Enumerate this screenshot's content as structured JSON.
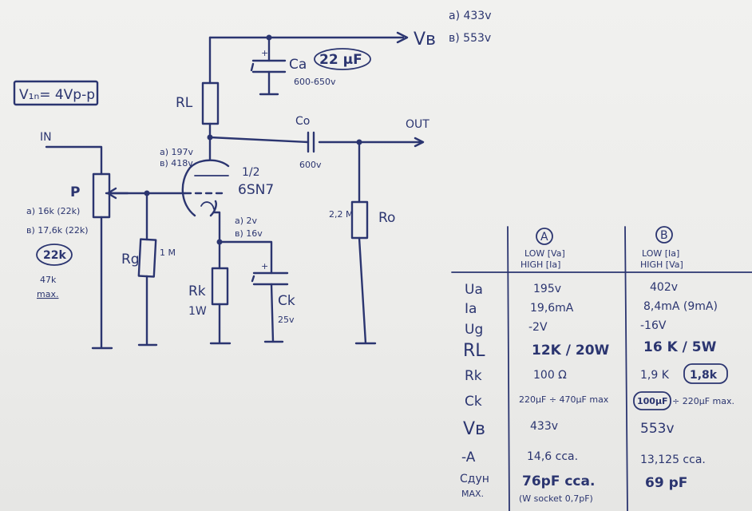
{
  "circuit": {
    "vin_box": "V₁ₙ= 4Vp-p",
    "input_label": "IN",
    "output_label": "OUT",
    "supply_label": "Vв",
    "supply_a": "a) 433v",
    "supply_b": "в) 553v",
    "ca_label": "Ca",
    "ca_value": "22 μF",
    "ca_voltage": "600-650v",
    "rl_label": "RL",
    "co_label": "Co",
    "co_voltage": "600v",
    "anode_a": "a) 197v",
    "anode_b": "в) 418v",
    "tube_half": "1/2",
    "tube_name": "6SN7",
    "p_label": "P",
    "p_a": "a) 16k (22k)",
    "p_b": "в) 17,6k (22k)",
    "p_value": "22k",
    "p_max": "47k",
    "p_max_note": "max.",
    "rg_label": "Rg",
    "rg_value": "1 M",
    "cathode_a": "a) 2v",
    "cathode_b": "в) 16v",
    "rk_label": "Rk",
    "rk_power": "1W",
    "ck_label": "Ck",
    "ck_voltage": "25v",
    "ro_label": "Ro",
    "ro_value": "2,2 M"
  },
  "table": {
    "col_a": {
      "badge": "A",
      "line1": "LOW [Va]",
      "line2": "HIGH [Ia]"
    },
    "col_b": {
      "badge": "B",
      "line1": "LOW [Ia]",
      "line2": "HIGH [Va]"
    },
    "rows": [
      {
        "label": "Ua",
        "a": "195v",
        "b": "402v"
      },
      {
        "label": "Ia",
        "a": "19,6mA",
        "b": "8,4mA (9mA)"
      },
      {
        "label": "Ug",
        "a": "-2V",
        "b": "-16V"
      },
      {
        "label": "RL",
        "a": "12K / 20W",
        "b": "16 K / 5W"
      },
      {
        "label": "Rk",
        "a": "100 Ω",
        "b": "1,9 K",
        "b_circled": "1,8k"
      },
      {
        "label": "Ck",
        "a": "220μF ÷ 470μF max",
        "b": "÷ 220μF max.",
        "b_circled": "100μF"
      },
      {
        "label": "Vв",
        "a": "433v",
        "b": "553v"
      },
      {
        "label": "-A",
        "a": "14,6 cca.",
        "b": "13,125 cca."
      },
      {
        "label": "Cдун",
        "label2": "MAX.",
        "a": "76pF cca.",
        "a2": "(W socket 0,7pF)",
        "b": "69 pF"
      }
    ]
  }
}
